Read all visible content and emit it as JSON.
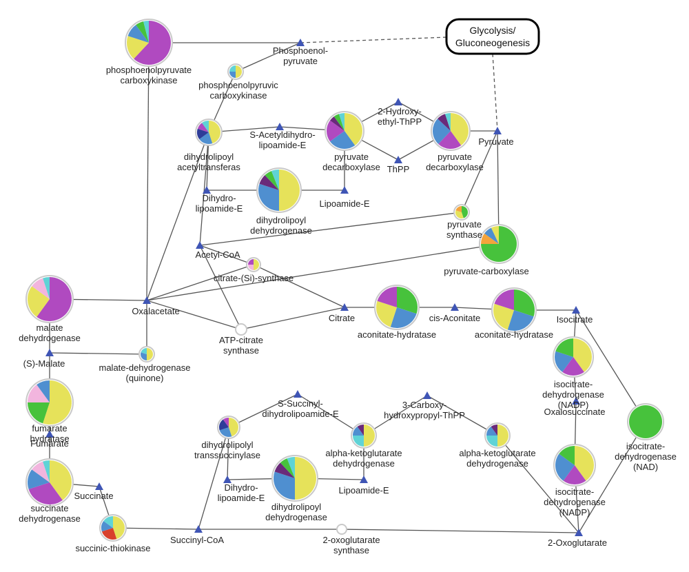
{
  "colors": {
    "magenta": "#b04ac0",
    "yellow": "#e6e25a",
    "blue": "#4f8fd0",
    "green": "#47c23c",
    "teal": "#5fd3d6",
    "navy": "#2e3c98",
    "pink": "#f2b5de",
    "purple": "#6a2a7a",
    "orange": "#f4a43c",
    "red": "#d8402c",
    "triangle": "#3f55b5"
  },
  "pathway": {
    "title": "Glycolysis/\nGluconeogenesis"
  },
  "metabolites": [
    {
      "id": "pep",
      "label": "Phosphoenol-\npyruvate"
    },
    {
      "id": "s_acetyl",
      "label": "S-Acetyldihydro-\nlipoamide-E"
    },
    {
      "id": "hydroxyethyl",
      "label": "2-Hydroxy-\nethyl-ThPP"
    },
    {
      "id": "thpp",
      "label": "ThPP"
    },
    {
      "id": "pyruvate",
      "label": "Pyruvate"
    },
    {
      "id": "dihydrolipoamide1",
      "label": "Dihydro-\nlipoamide-E"
    },
    {
      "id": "lipoamide1",
      "label": "Lipoamide-E"
    },
    {
      "id": "acetylcoa",
      "label": "Acetyl-CoA"
    },
    {
      "id": "oxaloacetate",
      "label": "Oxalacetate"
    },
    {
      "id": "citrate",
      "label": "Citrate"
    },
    {
      "id": "cisaconitate",
      "label": "cis-Aconitate"
    },
    {
      "id": "isocitrate",
      "label": "Isocitrate"
    },
    {
      "id": "smalate",
      "label": "(S)-Malate"
    },
    {
      "id": "oxalosuccinate",
      "label": "Oxalosuccinate"
    },
    {
      "id": "fumarate",
      "label": "Fumarate"
    },
    {
      "id": "s_succinyl",
      "label": "S-Succinyl-\ndihydrolipoamide-E"
    },
    {
      "id": "carboxyhydroxy",
      "label": "3-Carboxy-\nhydroxypropyl-ThPP"
    },
    {
      "id": "succinate",
      "label": "Succinate"
    },
    {
      "id": "dihydrolipoamide2",
      "label": "Dihydro-\nlipoamide-E"
    },
    {
      "id": "lipoamide2",
      "label": "Lipoamide-E"
    },
    {
      "id": "succinylcoa",
      "label": "Succinyl-CoA"
    },
    {
      "id": "oxoglutarate",
      "label": "2-Oxoglutarate"
    }
  ],
  "enzymes": [
    {
      "id": "pepck1",
      "label": "phosphoenolpyruvate\ncarboxykinase",
      "slices": [
        [
          "magenta",
          62
        ],
        [
          "yellow",
          18
        ],
        [
          "blue",
          10
        ],
        [
          "green",
          6
        ],
        [
          "teal",
          4
        ]
      ]
    },
    {
      "id": "pepck2",
      "label": "phosphoenolpyruvic\ncarboxykinase",
      "slices": [
        [
          "yellow",
          50
        ],
        [
          "blue",
          25
        ],
        [
          "teal",
          25
        ]
      ]
    },
    {
      "id": "dlat1",
      "label": "dihydrolipoyl\nacetyltransferas",
      "slices": [
        [
          "yellow",
          45
        ],
        [
          "blue",
          20
        ],
        [
          "navy",
          15
        ],
        [
          "magenta",
          10
        ],
        [
          "teal",
          10
        ]
      ]
    },
    {
      "id": "pdc1",
      "label": "pyruvate\ndecarboxylase",
      "slices": [
        [
          "yellow",
          40
        ],
        [
          "blue",
          25
        ],
        [
          "magenta",
          20
        ],
        [
          "purple",
          5
        ],
        [
          "green",
          5
        ],
        [
          "teal",
          5
        ]
      ]
    },
    {
      "id": "pdc2",
      "label": "pyruvate\ndecarboxylase",
      "slices": [
        [
          "yellow",
          40
        ],
        [
          "magenta",
          22
        ],
        [
          "blue",
          25
        ],
        [
          "purple",
          8
        ],
        [
          "teal",
          5
        ]
      ]
    },
    {
      "id": "dld1",
      "label": "dihydrolipoyl\ndehydrogenase",
      "slices": [
        [
          "yellow",
          50
        ],
        [
          "blue",
          30
        ],
        [
          "purple",
          8
        ],
        [
          "green",
          6
        ],
        [
          "teal",
          6
        ]
      ]
    },
    {
      "id": "pfor",
      "label": "pyruvate\nsynthase",
      "slices": [
        [
          "green",
          45
        ],
        [
          "yellow",
          35
        ],
        [
          "orange",
          20
        ]
      ]
    },
    {
      "id": "pc",
      "label": "pyruvate-carboxylase",
      "slices": [
        [
          "green",
          75
        ],
        [
          "orange",
          10
        ],
        [
          "blue",
          8
        ],
        [
          "yellow",
          7
        ]
      ]
    },
    {
      "id": "cs",
      "label": "citrate-(Si)-synthase",
      "slices": [
        [
          "yellow",
          50
        ],
        [
          "pink",
          25
        ],
        [
          "magenta",
          25
        ]
      ]
    },
    {
      "id": "mdh1",
      "label": "malate\ndehydrogenase",
      "slices": [
        [
          "magenta",
          60
        ],
        [
          "yellow",
          25
        ],
        [
          "pink",
          10
        ],
        [
          "teal",
          5
        ]
      ]
    },
    {
      "id": "acly",
      "label": "ATP-citrate\nsynthase",
      "slices": []
    },
    {
      "id": "aco1",
      "label": "aconitate-hydratase",
      "slices": [
        [
          "green",
          30
        ],
        [
          "blue",
          25
        ],
        [
          "yellow",
          25
        ],
        [
          "magenta",
          20
        ]
      ]
    },
    {
      "id": "aco2",
      "label": "aconitate-hydratase",
      "slices": [
        [
          "green",
          30
        ],
        [
          "blue",
          25
        ],
        [
          "yellow",
          25
        ],
        [
          "magenta",
          20
        ]
      ]
    },
    {
      "id": "mqo",
      "label": "malate-dehydrogenase\n(quinone)",
      "slices": [
        [
          "yellow",
          50
        ],
        [
          "blue",
          30
        ],
        [
          "teal",
          20
        ]
      ]
    },
    {
      "id": "idh_nadp1",
      "label": "isocitrate-\ndehydrogenase\n(NADP)",
      "slices": [
        [
          "yellow",
          40
        ],
        [
          "magenta",
          20
        ],
        [
          "blue",
          20
        ],
        [
          "green",
          20
        ]
      ]
    },
    {
      "id": "fum",
      "label": "fumarate\nhydratase",
      "slices": [
        [
          "yellow",
          55
        ],
        [
          "green",
          20
        ],
        [
          "pink",
          15
        ],
        [
          "blue",
          10
        ]
      ]
    },
    {
      "id": "idh_nad",
      "label": "isocitrate-\ndehydrogenase\n(NAD)",
      "slices": [
        [
          "green",
          100
        ]
      ]
    },
    {
      "id": "dlst",
      "label": "dihydrolipolyl\ntranssuccinylase",
      "slices": [
        [
          "yellow",
          45
        ],
        [
          "blue",
          25
        ],
        [
          "navy",
          20
        ],
        [
          "magenta",
          10
        ]
      ]
    },
    {
      "id": "kgd1",
      "label": "alpha-ketoglutarate\ndehydrogenase",
      "slices": [
        [
          "yellow",
          50
        ],
        [
          "teal",
          25
        ],
        [
          "blue",
          15
        ],
        [
          "purple",
          10
        ]
      ]
    },
    {
      "id": "kgd2",
      "label": "alpha-ketoglutarate\ndehydrogenase",
      "slices": [
        [
          "yellow",
          50
        ],
        [
          "teal",
          25
        ],
        [
          "blue",
          15
        ],
        [
          "purple",
          10
        ]
      ]
    },
    {
      "id": "idh_nadp2",
      "label": "isocitrate-\ndehydrogenase\n(NADP)",
      "slices": [
        [
          "yellow",
          40
        ],
        [
          "magenta",
          20
        ],
        [
          "blue",
          25
        ],
        [
          "green",
          15
        ]
      ]
    },
    {
      "id": "sdh",
      "label": "succinate\ndehydrogenase",
      "slices": [
        [
          "yellow",
          40
        ],
        [
          "magenta",
          30
        ],
        [
          "blue",
          15
        ],
        [
          "pink",
          10
        ],
        [
          "teal",
          5
        ]
      ]
    },
    {
      "id": "dld2",
      "label": "dihydrolipoyl\ndehydrogenase",
      "slices": [
        [
          "yellow",
          50
        ],
        [
          "blue",
          30
        ],
        [
          "purple",
          8
        ],
        [
          "green",
          6
        ],
        [
          "teal",
          6
        ]
      ]
    },
    {
      "id": "scs",
      "label": "succinic-thiokinase",
      "slices": [
        [
          "yellow",
          45
        ],
        [
          "red",
          25
        ],
        [
          "blue",
          15
        ],
        [
          "teal",
          15
        ]
      ]
    },
    {
      "id": "ogor",
      "label": "2-oxoglutarate\nsynthase",
      "slices": []
    }
  ]
}
